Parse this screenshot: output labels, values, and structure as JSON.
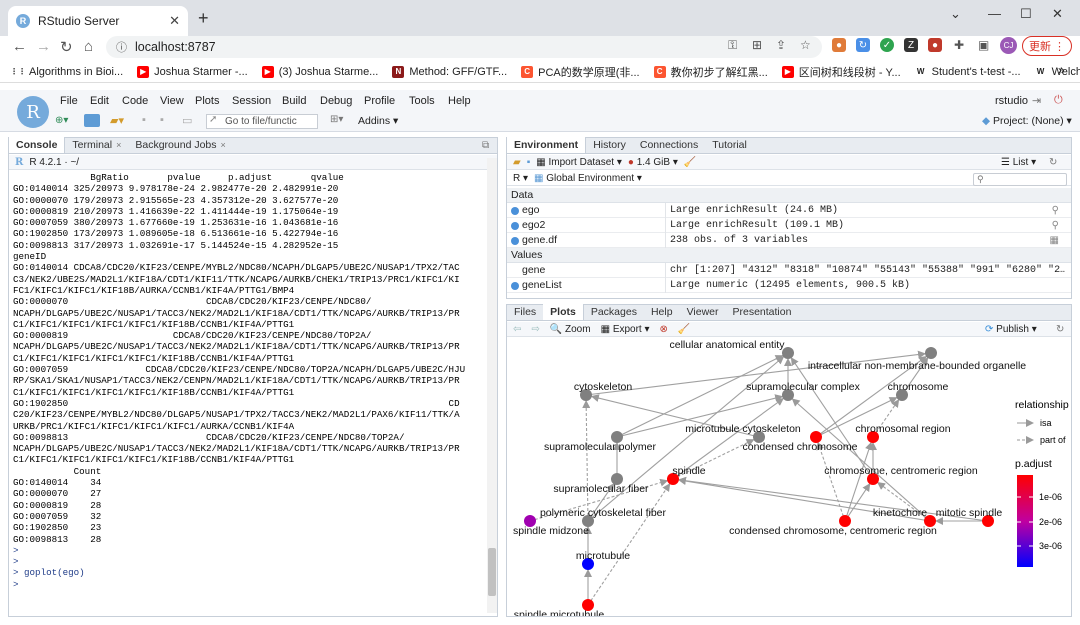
{
  "browser": {
    "tab_title": "RStudio Server",
    "url": "localhost:8787",
    "update_label": "更新",
    "avatar_initials": "CJ",
    "bookmarks": [
      {
        "label": "Algorithms in Bioi...",
        "icon": "grid-icon",
        "color": "#444444"
      },
      {
        "label": "Joshua Starmer -...",
        "icon": "youtube-icon",
        "color": "#ff0000"
      },
      {
        "label": "(3) Joshua Starme...",
        "icon": "youtube-icon",
        "color": "#ff0000"
      },
      {
        "label": "Method: GFF/GTF...",
        "icon": "ncbi-icon",
        "color": "#8b1a1a"
      },
      {
        "label": "PCA的数学原理(非...",
        "icon": "csdn-icon",
        "color": "#fc5531"
      },
      {
        "label": "教你初步了解红黑...",
        "icon": "csdn-icon",
        "color": "#fc5531"
      },
      {
        "label": "区间树和线段树 - Y...",
        "icon": "youtube-icon",
        "color": "#ff0000"
      },
      {
        "label": "Student's t-test -...",
        "icon": "wikipedia-icon",
        "color": "#222222"
      },
      {
        "label": "Welch's t-test - W...",
        "icon": "wikipedia-icon",
        "color": "#222222"
      }
    ]
  },
  "rstudio": {
    "menu": [
      "File",
      "Edit",
      "Code",
      "View",
      "Plots",
      "Session",
      "Build",
      "Debug",
      "Profile",
      "Tools",
      "Help"
    ],
    "user": "rstudio",
    "goto_placeholder": "Go to file/functic",
    "addins": "Addins",
    "project": "Project: (None)"
  },
  "console": {
    "tabs": [
      "Console",
      "Terminal",
      "Background Jobs"
    ],
    "r_version": "R 4.2.1 · ~/",
    "lines": [
      "              BgRatio       pvalue     p.adjust       qvalue",
      "GO:0140014 325/20973 9.978178e-24 2.982477e-20 2.482991e-20",
      "GO:0000070 179/20973 2.915565e-23 4.357312e-20 3.627577e-20",
      "GO:0000819 210/20973 1.416639e-22 1.411444e-19 1.175064e-19",
      "GO:0007059 380/20973 1.677660e-19 1.253631e-16 1.043681e-16",
      "GO:1902850 173/20973 1.089605e-18 6.513661e-16 5.422794e-16",
      "GO:0098813 317/20973 1.032691e-17 5.144524e-15 4.282952e-15",
      "",
      "geneID",
      "GO:0140014 CDCA8/CDC20/KIF23/CENPE/MYBL2/NDC80/NCAPH/DLGAP5/UBE2C/NUSAP1/TPX2/TAC",
      "C3/NEK2/UBE2S/MAD2L1/KIF18A/CDT1/KIF11/TTK/NCAPG/AURKB/CHEK1/TRIP13/PRC1/KIFC1/KI",
      "FC1/KIFC1/KIFC1/KIF18B/AURKA/CCNB1/KIF4A/PTTG1/BMP4",
      "GO:0000070                         CDCA8/CDC20/KIF23/CENPE/NDC80/",
      "NCAPH/DLGAP5/UBE2C/NUSAP1/TACC3/NEK2/MAD2L1/KIF18A/CDT1/TTK/NCAPG/AURKB/TRIP13/PR",
      "C1/KIFC1/KIFC1/KIFC1/KIFC1/KIF18B/CCNB1/KIF4A/PTTG1",
      "GO:0000819                   CDCA8/CDC20/KIF23/CENPE/NDC80/TOP2A/",
      "NCAPH/DLGAP5/UBE2C/NUSAP1/TACC3/NEK2/MAD2L1/KIF18A/CDT1/TTK/NCAPG/AURKB/TRIP13/PR",
      "C1/KIFC1/KIFC1/KIFC1/KIFC1/KIF18B/CCNB1/KIF4A/PTTG1",
      "GO:0007059              CDCA8/CDC20/KIF23/CENPE/NDC80/TOP2A/NCAPH/DLGAP5/UBE2C/HJU",
      "RP/SKA1/SKA1/NUSAP1/TACC3/NEK2/CENPN/MAD2L1/KIF18A/CDT1/TTK/NCAPG/AURKB/TRIP13/PR",
      "C1/KIFC1/KIFC1/KIFC1/KIFC1/KIF18B/CCNB1/KIF4A/PTTG1",
      "GO:1902850                                                                     CD",
      "C20/KIF23/CENPE/MYBL2/NDC80/DLGAP5/NUSAP1/TPX2/TACC3/NEK2/MAD2L1/PAX6/KIF11/TTK/A",
      "URKB/PRC1/KIFC1/KIFC1/KIFC1/KIFC1/AURKA/CCNB1/KIF4A",
      "GO:0098813                         CDCA8/CDC20/KIF23/CENPE/NDC80/TOP2A/",
      "NCAPH/DLGAP5/UBE2C/NUSAP1/TACC3/NEK2/MAD2L1/KIF18A/CDT1/TTK/NCAPG/AURKB/TRIP13/PR",
      "C1/KIFC1/KIFC1/KIFC1/KIFC1/KIF18B/CCNB1/KIF4A/PTTG1",
      "           Count",
      "GO:0140014    34",
      "GO:0000070    27",
      "GO:0000819    28",
      "GO:0007059    32",
      "GO:1902850    23",
      "GO:0098813    28"
    ],
    "prompts": [
      ">",
      ">",
      "> goplot(ego)",
      ">"
    ]
  },
  "environment": {
    "tabs": [
      "Environment",
      "History",
      "Connections",
      "Tutorial"
    ],
    "import_label": "Import Dataset",
    "memory": "1.4 GiB",
    "list_label": "List",
    "lang": "R",
    "scope": "Global Environment",
    "sections": [
      {
        "title": "Data",
        "rows": [
          {
            "name": "ego",
            "value": "Large enrichResult (24.6 MB)"
          },
          {
            "name": "ego2",
            "value": "Large enrichResult (109.1 MB)"
          },
          {
            "name": "gene.df",
            "value": "238 obs. of 3 variables"
          }
        ]
      },
      {
        "title": "Values",
        "rows": [
          {
            "name": "gene",
            "value": "chr [1:207] \"4312\" \"8318\" \"10874\" \"55143\" \"55388\" \"991\" \"6280\" \"2…"
          },
          {
            "name": "geneList",
            "value": "Large numeric (12495 elements,  900.5 kB)"
          }
        ]
      }
    ]
  },
  "plots": {
    "tabs": [
      "Files",
      "Plots",
      "Packages",
      "Help",
      "Viewer",
      "Presentation"
    ],
    "zoom_label": "Zoom",
    "export_label": "Export",
    "publish_label": "Publish",
    "legend": {
      "relationship_title": "relationship",
      "isa": "isa",
      "part_of": "part of",
      "padj_title": "p.adjust",
      "ticks": [
        "1e-06",
        "2e-06",
        "3e-06"
      ],
      "colors": {
        "high": "#ff0000",
        "low": "#0000ff",
        "node_gray": "#808080"
      }
    },
    "nodes": [
      {
        "id": "cellular anatomical entity",
        "padj": null
      },
      {
        "id": "intracellular non-membrane-bounded organelle",
        "padj": null
      },
      {
        "id": "cytoskeleton",
        "padj": null
      },
      {
        "id": "supramolecular complex",
        "padj": null
      },
      {
        "id": "chromosome",
        "padj": null
      },
      {
        "id": "microtubule cytoskeleton",
        "padj": null
      },
      {
        "id": "chromosomal region",
        "padj": "low"
      },
      {
        "id": "supramolecular polymer",
        "padj": null
      },
      {
        "id": "condensed chromosome",
        "padj": "low"
      },
      {
        "id": "spindle",
        "padj": "low"
      },
      {
        "id": "chromosome, centromeric region",
        "padj": "low"
      },
      {
        "id": "supramolecular fiber",
        "padj": null
      },
      {
        "id": "polymeric cytoskeletal fiber",
        "padj": null
      },
      {
        "id": "spindle midzone",
        "padj": "mid"
      },
      {
        "id": "kinetochore",
        "padj": "low"
      },
      {
        "id": "mitotic spindle",
        "padj": "low"
      },
      {
        "id": "condensed chromosome, centromeric region",
        "padj": "low"
      },
      {
        "id": "microtubule",
        "padj": "high"
      },
      {
        "id": "spindle microtubule",
        "padj": "low"
      }
    ]
  }
}
